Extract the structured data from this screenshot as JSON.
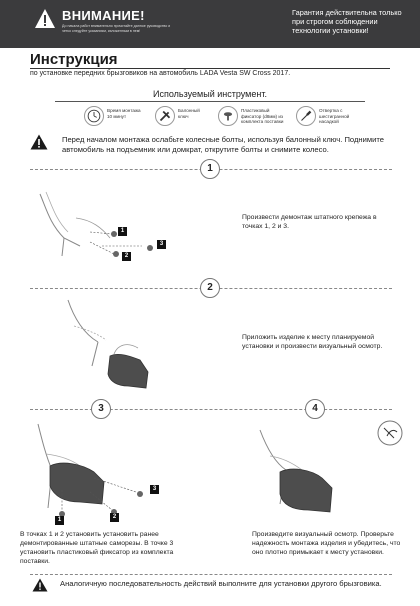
{
  "header": {
    "warning_title": "ВНИМАНИЕ!",
    "warning_sub": "До начала работ внимательно прочитайте данное руководство и четко следуйте указаниям, изложенным в нем!",
    "guarantee": "Гарантия действительна только при строгом соблюдении технологии установки!"
  },
  "doc": {
    "title": "Инструкция",
    "subtitle": "по установке передних брызговиков на автомобиль LADA Vesta SW Cross 2017."
  },
  "tools": {
    "heading": "Используемый инструмент.",
    "items": [
      {
        "label": "Время монтажа 10 минут",
        "icon": "clock-icon"
      },
      {
        "label": "Балонный ключ",
        "icon": "wrench-icon"
      },
      {
        "label": "Пластиковый фиксатор (d8мм) из комплекта поставки",
        "icon": "clip-icon"
      },
      {
        "label": "Отвертка с шестигранной насадкой",
        "icon": "screwdriver-icon"
      }
    ]
  },
  "notice": "Перед началом монтажа ослабьте колесные болты, используя балонный ключ. Поднимите автомобиль на подъемник или домкрат, открутите болты и снимите колесо.",
  "steps": [
    {
      "number": "1",
      "text": "Произвести демонтаж штатного крепежа в точках 1, 2 и 3."
    },
    {
      "number": "2",
      "text": "Приложить изделие к месту планируемой установки и произвести визуальный осмотр."
    },
    {
      "number": "3",
      "text": "В точках 1 и 2 установить установить ранее демонтированные штатные саморезы. В точке 3 установить пластиковый фиксатор из комплекта поставки."
    },
    {
      "number": "4",
      "text": "Произведите визуальный осмотр. Проверьте надежность монтажа изделия и убедитесь, что оно плотно примыкает к месту установки."
    }
  ],
  "callouts": {
    "p1": "1",
    "p2": "2",
    "p3": "3"
  },
  "final": "Аналогичную последовательность действий выполните для установки другого брызговика.",
  "colors": {
    "header_bg": "#3b3b3d",
    "accent": "#1a1a1a"
  }
}
